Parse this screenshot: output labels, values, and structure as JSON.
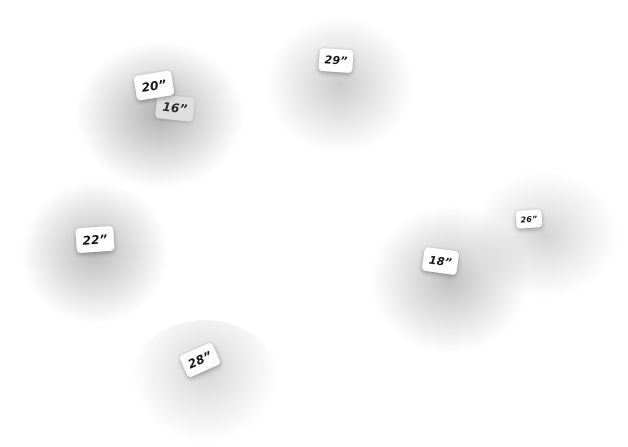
{
  "canvas": {
    "background": "#ffffff"
  },
  "tags": {
    "t20": "20”",
    "t16": "16”",
    "t29": "29”",
    "t22": "22”",
    "t28": "28”",
    "t18": "18”",
    "t26": "26”"
  },
  "colors": {
    "tag_background": "#ffffff",
    "tag_muted_background": "#dedede",
    "tag_text": "#141414"
  }
}
